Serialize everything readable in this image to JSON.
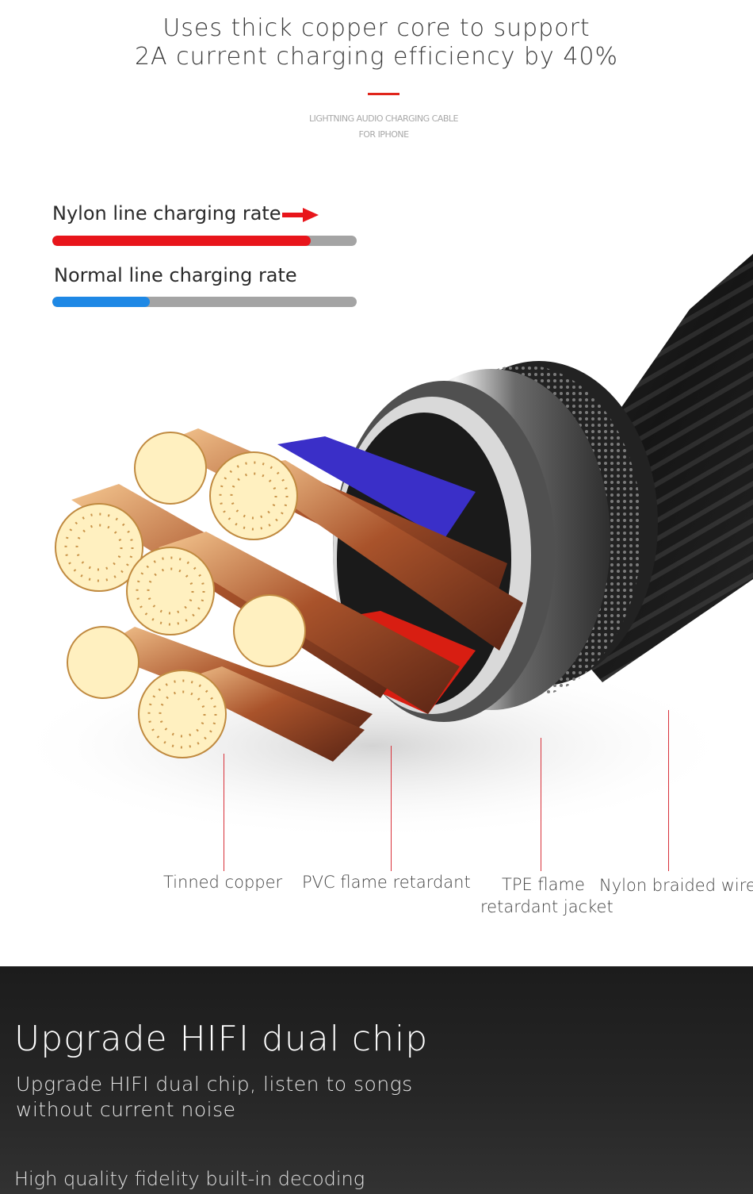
{
  "header": {
    "headline_line1": "Uses thick copper core to support",
    "headline_line2": "2A current charging efficiency by 40%",
    "subline_line1": "LIGHTNING AUDIO CHARGING CABLE",
    "subline_line2": "FOR IPHONE"
  },
  "rates": [
    {
      "label": "Nylon line charging rate",
      "fill_fraction": 0.85,
      "color": "#e8151b"
    },
    {
      "label": "Normal line charging rate",
      "fill_fraction": 0.32,
      "color": "#1e88e5"
    }
  ],
  "layers": [
    {
      "label": "Tinned copper"
    },
    {
      "label": "PVC flame retardant"
    },
    {
      "label_line1": "TPE flame",
      "label_line2": "retardant jacket"
    },
    {
      "label": "Nylon braided wire"
    }
  ],
  "hifi": {
    "title": "Upgrade HIFI dual chip",
    "desc_line1": "Upgrade HIFI dual chip, listen to songs",
    "desc_line2": "without current noise",
    "footer": "High quality fidelity built-in decoding"
  },
  "colors": {
    "accent_red": "#e0251b",
    "track_gray": "#a4a4a4",
    "dark_bg": "#1c1c1c"
  }
}
